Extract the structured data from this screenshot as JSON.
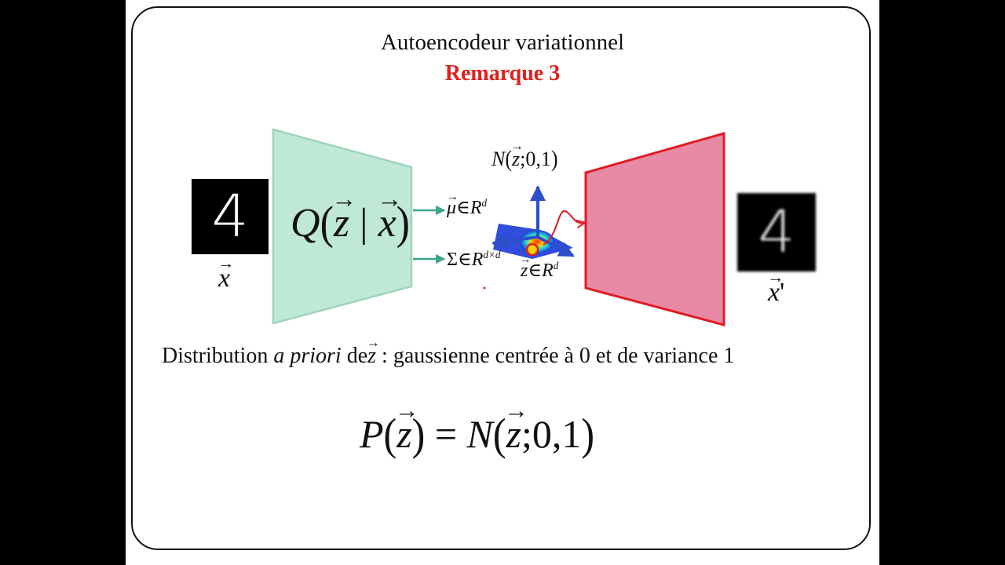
{
  "slide": {
    "title": "Autoencodeur variationnel",
    "subtitle": "Remarque 3",
    "colors": {
      "subtitle": "#e0201c",
      "encoder_fill": "#bfe8d6",
      "encoder_stroke": "#9fd4bc",
      "decoder_fill": "#e88aa6",
      "decoder_stroke": "#e01c24",
      "arrow_teal": "#3aa58c",
      "axis_blue": "#2a4fc8"
    }
  },
  "diagram": {
    "input_digit": "4",
    "input_label": "x",
    "output_digit": "4",
    "output_label": "x",
    "output_prime": "'",
    "encoder": {
      "Q": "Q",
      "z": "z",
      "bar": "|",
      "x": "x"
    },
    "mu_output": {
      "symbol": "μ",
      "in": "∈",
      "R": "R",
      "sup": "d"
    },
    "sigma_output": {
      "symbol": "Σ",
      "in": "∈",
      "R": "R",
      "sup": "d×d"
    },
    "prior": {
      "N": "N",
      "z": "z",
      "rest": ";0,1"
    },
    "latent": {
      "z": "z",
      "in": "∈",
      "R": "R",
      "sup": "d"
    }
  },
  "description": {
    "prefix": "Distribution ",
    "italic": "a priori",
    "de": " de",
    "z": "z",
    "suffix": " : gaussienne centrée à 0 et de variance 1"
  },
  "formula": {
    "P": "P",
    "z1": "z",
    "equals": " = ",
    "N": "N",
    "z2": "z",
    "rest": ";0,1"
  }
}
